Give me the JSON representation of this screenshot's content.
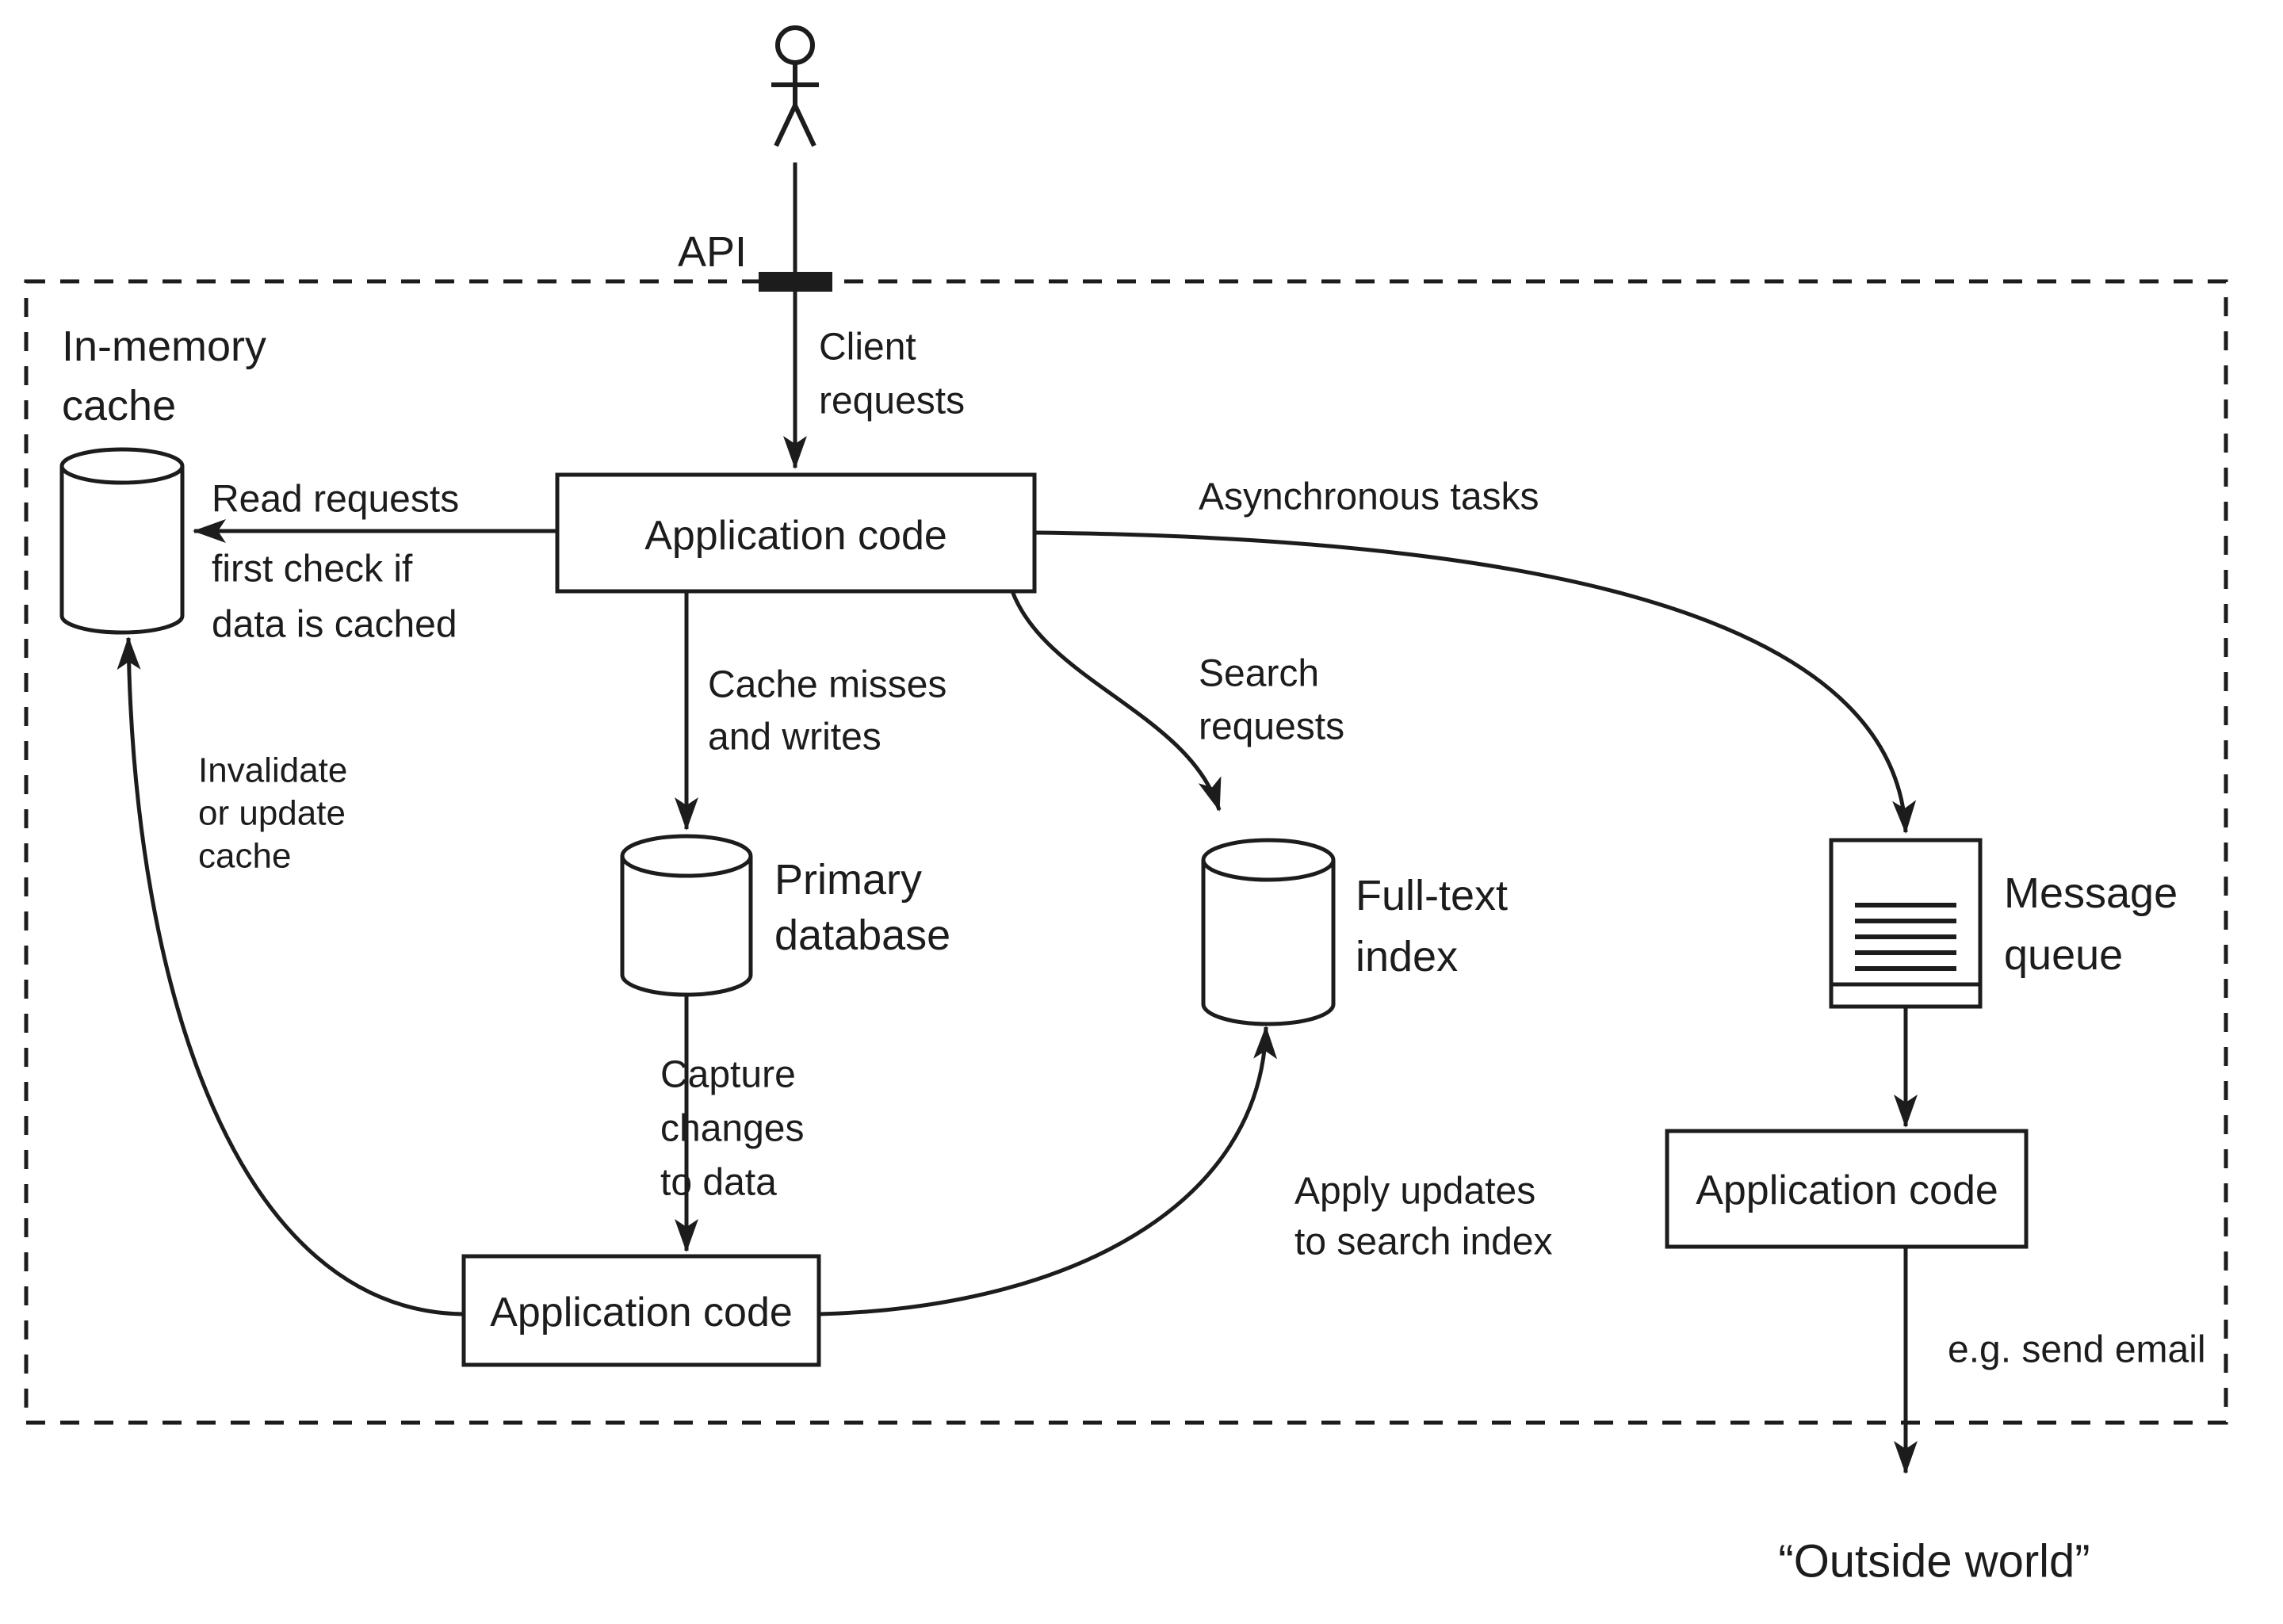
{
  "colors": {
    "ink": "#1c1c1c",
    "background": "#ffffff"
  },
  "actor": {
    "api_label": "API"
  },
  "nodes": {
    "in_memory_cache": [
      "In-memory",
      "cache"
    ],
    "application_code_top": "Application code",
    "primary_database": [
      "Primary",
      "database"
    ],
    "full_text_index": [
      "Full-text",
      "index"
    ],
    "message_queue": [
      "Message",
      "queue"
    ],
    "application_code_bottom": "Application code",
    "application_code_right": "Application code",
    "outside_world": "“Outside world”"
  },
  "annotations": {
    "client_requests": [
      "Client",
      "requests"
    ],
    "read_requests": "Read requests",
    "read_requests_sub": [
      "first check if",
      "data is cached"
    ],
    "asynchronous_tasks": "Asynchronous tasks",
    "cache_misses": [
      "Cache misses",
      "and writes"
    ],
    "search_requests": [
      "Search",
      "requests"
    ],
    "invalidate_cache": [
      "Invalidate",
      "or update",
      "cache"
    ],
    "capture_changes": [
      "Capture",
      "changes",
      "to data"
    ],
    "apply_updates": [
      "Apply updates",
      "to search index"
    ],
    "send_email": "e.g. send email"
  }
}
